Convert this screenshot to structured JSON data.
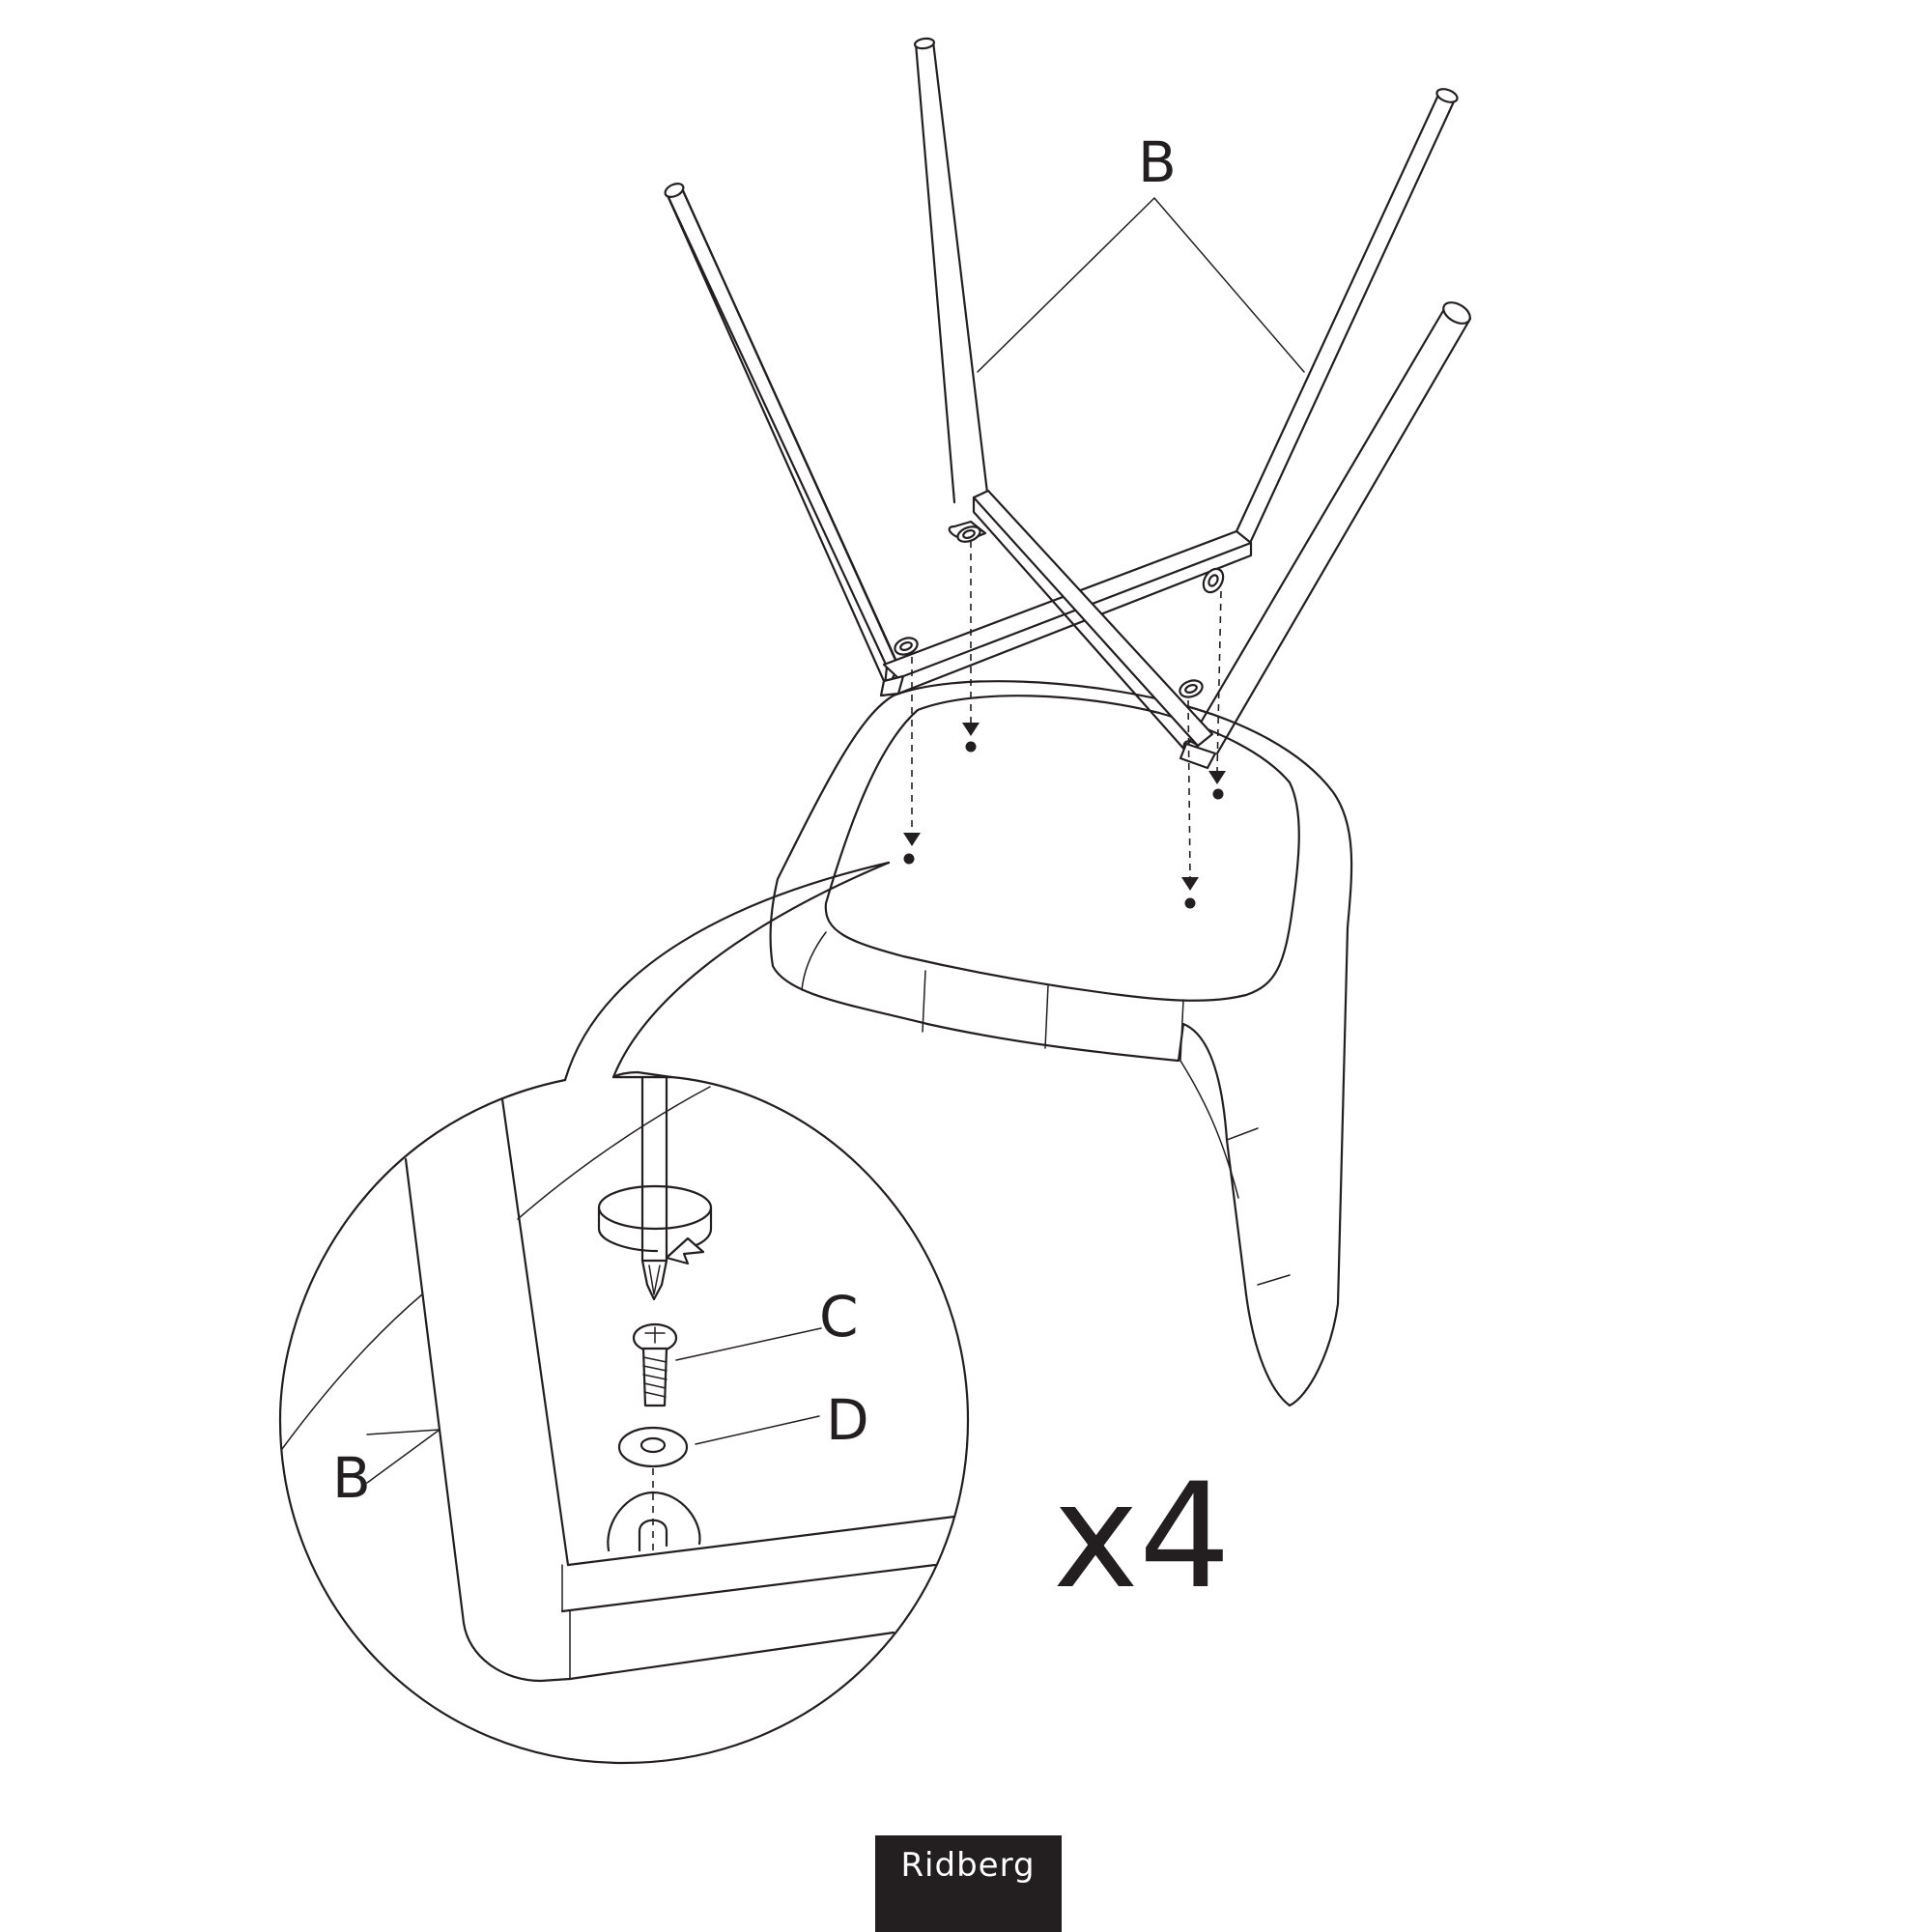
{
  "labels": {
    "legs": "B",
    "screw": "C",
    "washer": "D",
    "leg_detail": "B"
  },
  "quantity": "x4",
  "brand": "Ridberg",
  "colors": {
    "ink": "#231f20",
    "paper": "#ffffff",
    "brand_box": "#231f20",
    "brand_text": "#ffffff"
  },
  "icons": [
    "rotate-arrow-icon",
    "screwdriver-icon",
    "screw-icon",
    "washer-icon"
  ]
}
